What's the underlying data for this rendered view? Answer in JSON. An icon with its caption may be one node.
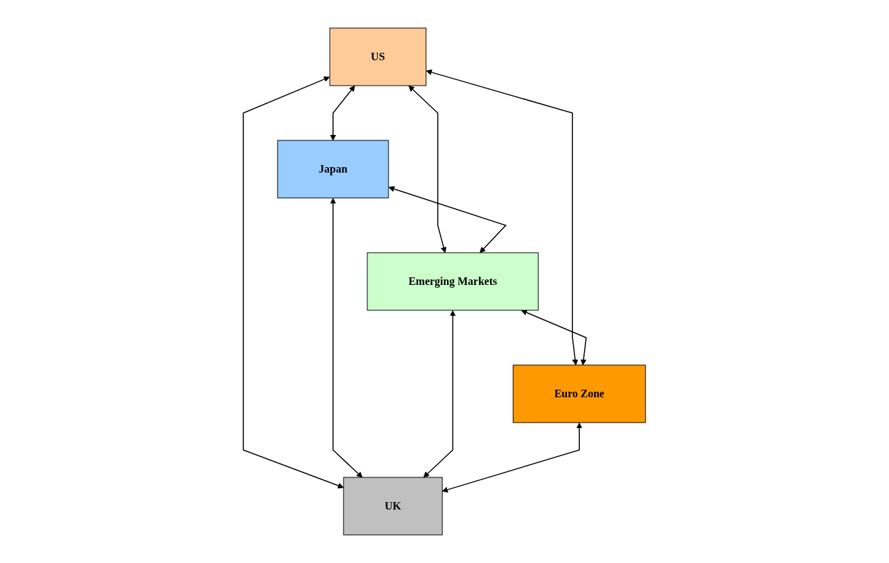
{
  "diagram": {
    "nodes": [
      {
        "text": [
          "US"
        ]
      },
      {
        "text": [
          "Japan"
        ]
      },
      {
        "text": [
          "Emerging Markets"
        ]
      },
      {
        "text": [
          "Euro Zone"
        ]
      },
      {
        "text": [
          "UK"
        ]
      }
    ],
    "edges": [
      {
        "from": 0,
        "to": 1,
        "arrow": "both"
      },
      {
        "from": 0,
        "to": 3,
        "arrow": "both"
      },
      {
        "from": 0,
        "to": 2,
        "arrow": "both"
      },
      {
        "from": 0,
        "to": 4,
        "arrow": "both"
      },
      {
        "from": 1,
        "to": 2,
        "arrow": "both"
      },
      {
        "from": 1,
        "to": 4,
        "arrow": "both"
      },
      {
        "from": 2,
        "to": 3,
        "arrow": "both"
      },
      {
        "from": 2,
        "to": 4,
        "arrow": "both"
      },
      {
        "from": 3,
        "to": 4,
        "arrow": "both"
      }
    ]
  }
}
